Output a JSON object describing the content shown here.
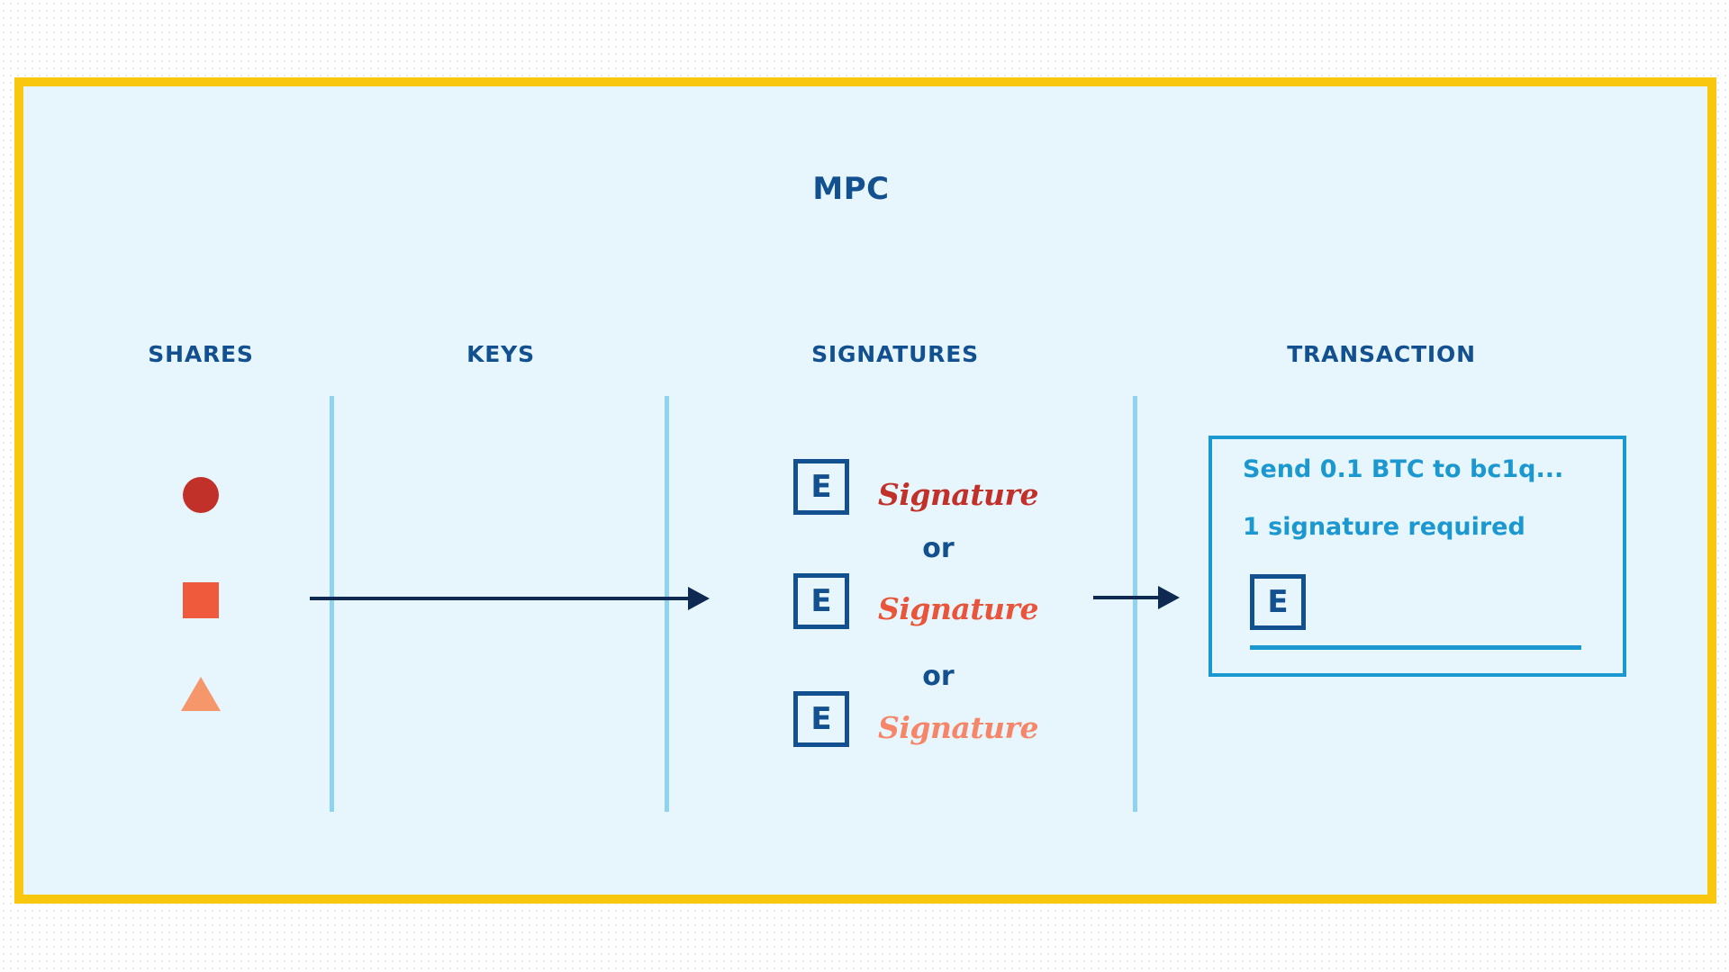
{
  "title": "MPC",
  "columns": {
    "shares": "SHARES",
    "keys": "KEYS",
    "signatures": "SIGNATURES",
    "transaction": "TRANSACTION"
  },
  "shares": [
    "circle",
    "square",
    "triangle"
  ],
  "signatures": {
    "key_letter": "E",
    "signature_text": "Signature",
    "separator": "or"
  },
  "transaction": {
    "line1": "Send 0.1 BTC to bc1q...",
    "line2": "1 signature required",
    "key_letter": "E"
  },
  "colors": {
    "frame": "#f9c80e",
    "background": "#e7f6fd",
    "navy": "#13508f",
    "divider": "#8fd3ef",
    "accent": "#1b98d0",
    "share_circle": "#c2302a",
    "share_square": "#f05a3c",
    "share_triangle": "#f5966b"
  }
}
